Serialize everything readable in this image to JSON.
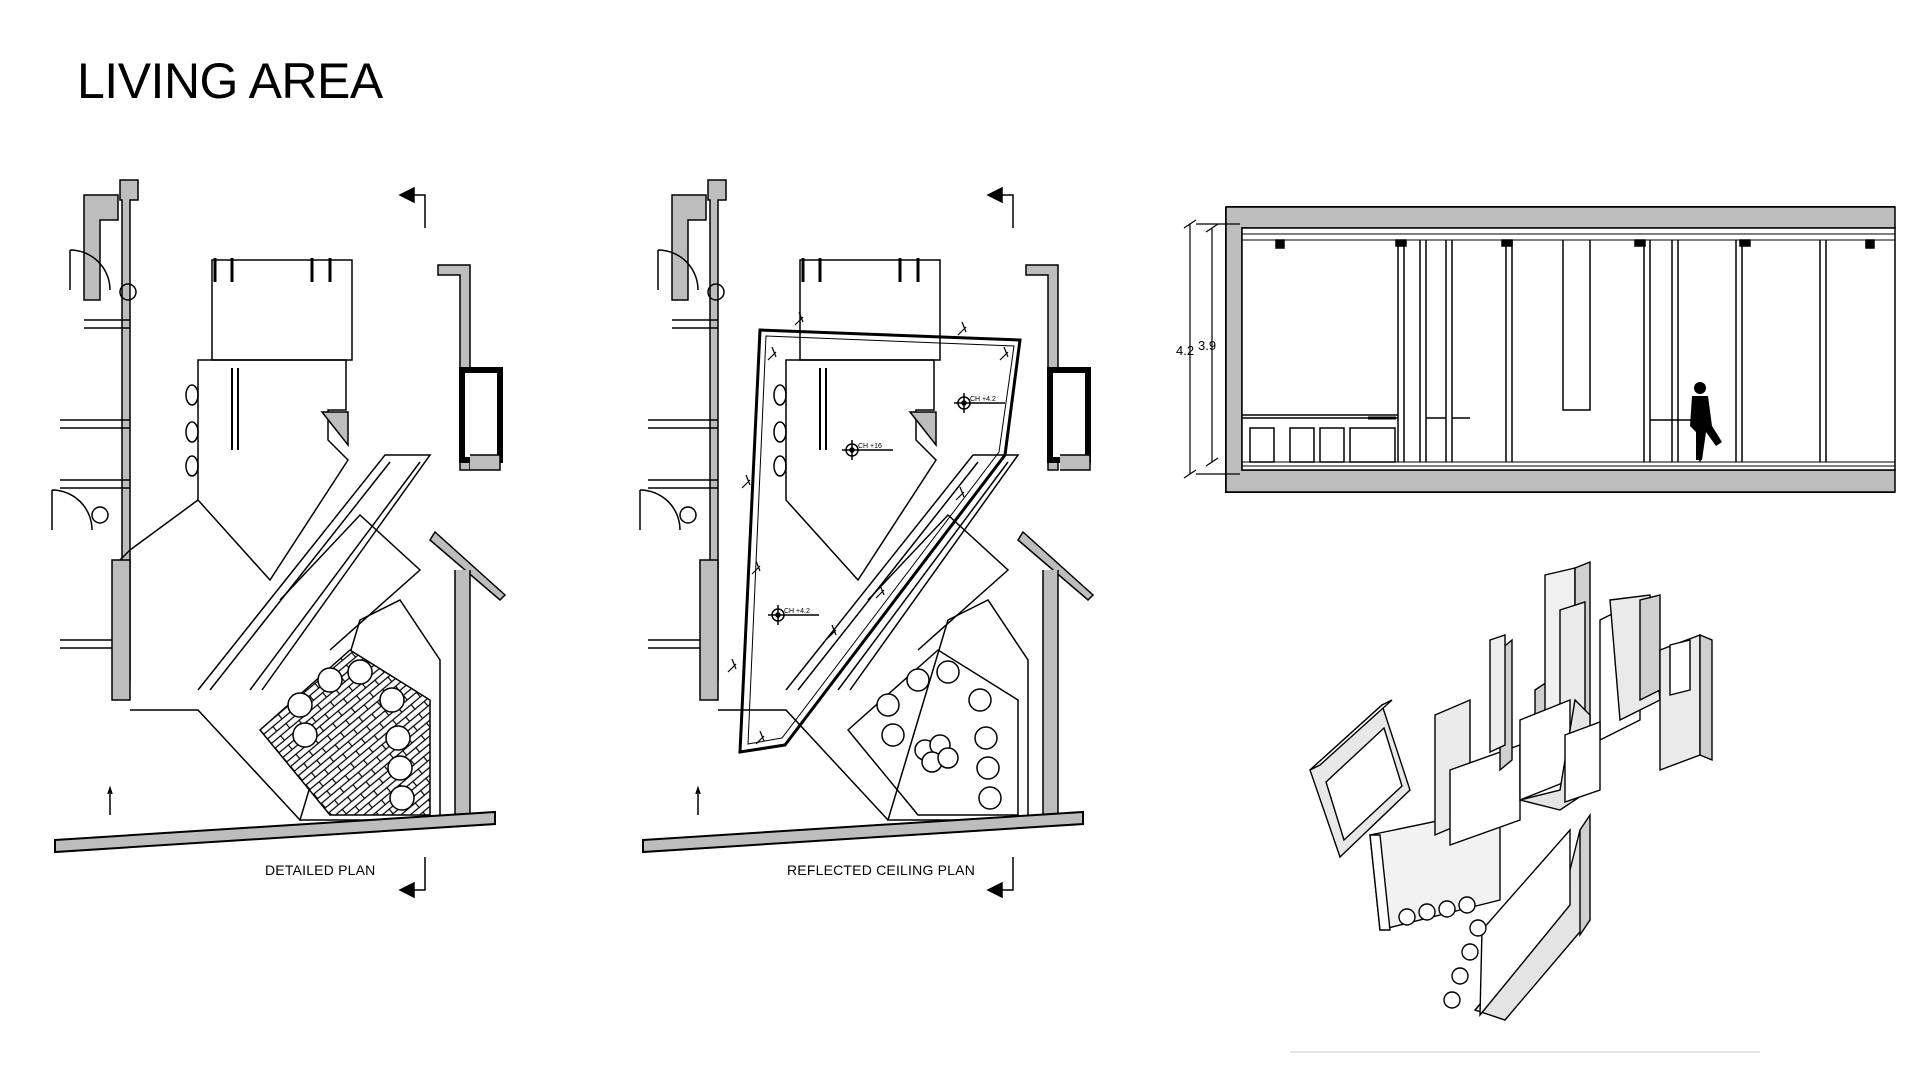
{
  "page": {
    "title": "LIVING AREA"
  },
  "plans": [
    {
      "label": "DETAILED PLAN"
    },
    {
      "label": "REFLECTED CEILING PLAN"
    }
  ],
  "ceiling_marks": [
    "CH +4.2",
    "CH +16",
    "CH +4.2"
  ],
  "section": {
    "dim_outer": "4.2",
    "dim_inner": "3.9"
  }
}
